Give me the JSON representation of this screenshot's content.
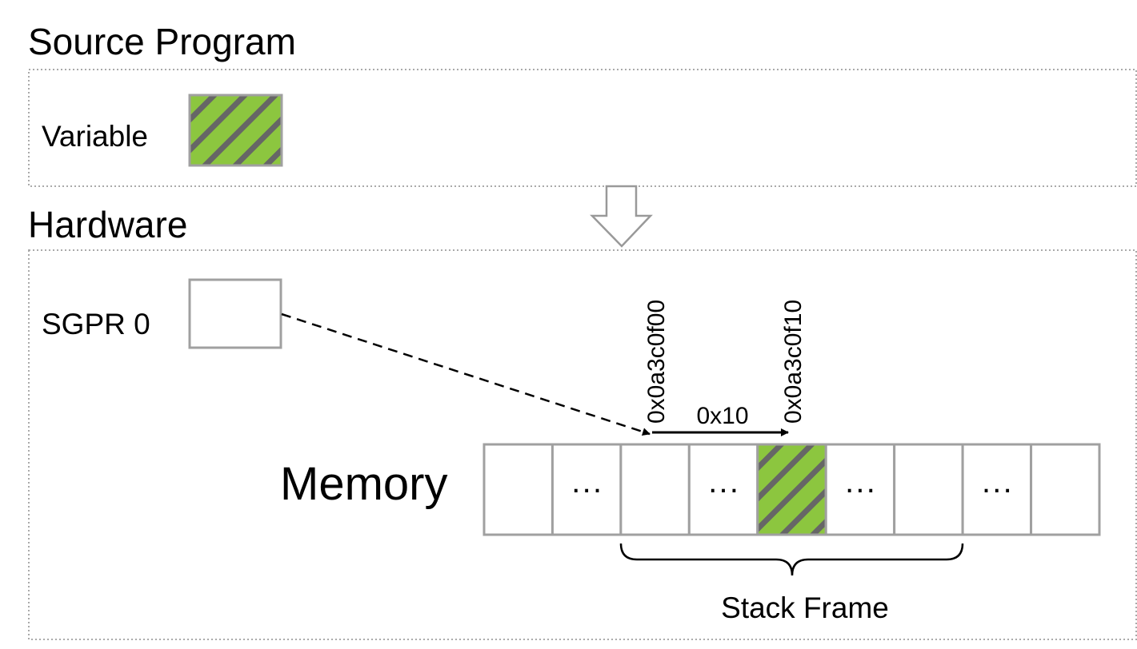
{
  "source": {
    "title": "Source Program",
    "variable_label": "Variable"
  },
  "hardware": {
    "title": "Hardware",
    "register_label": "SGPR 0"
  },
  "memory": {
    "label": "Memory",
    "cells": [
      "",
      "···",
      "",
      "···",
      "",
      "···",
      "",
      "···",
      ""
    ],
    "highlighted_cell": 4,
    "address_start": "0x0a3c0f00",
    "address_variable": "0x0a3c0f10",
    "offset": "0x10",
    "stack_frame_label": "Stack Frame"
  },
  "colors": {
    "stripe_green": "#8cc63f",
    "stripe_gray": "#666666",
    "border_gray": "#a0a0a0"
  }
}
